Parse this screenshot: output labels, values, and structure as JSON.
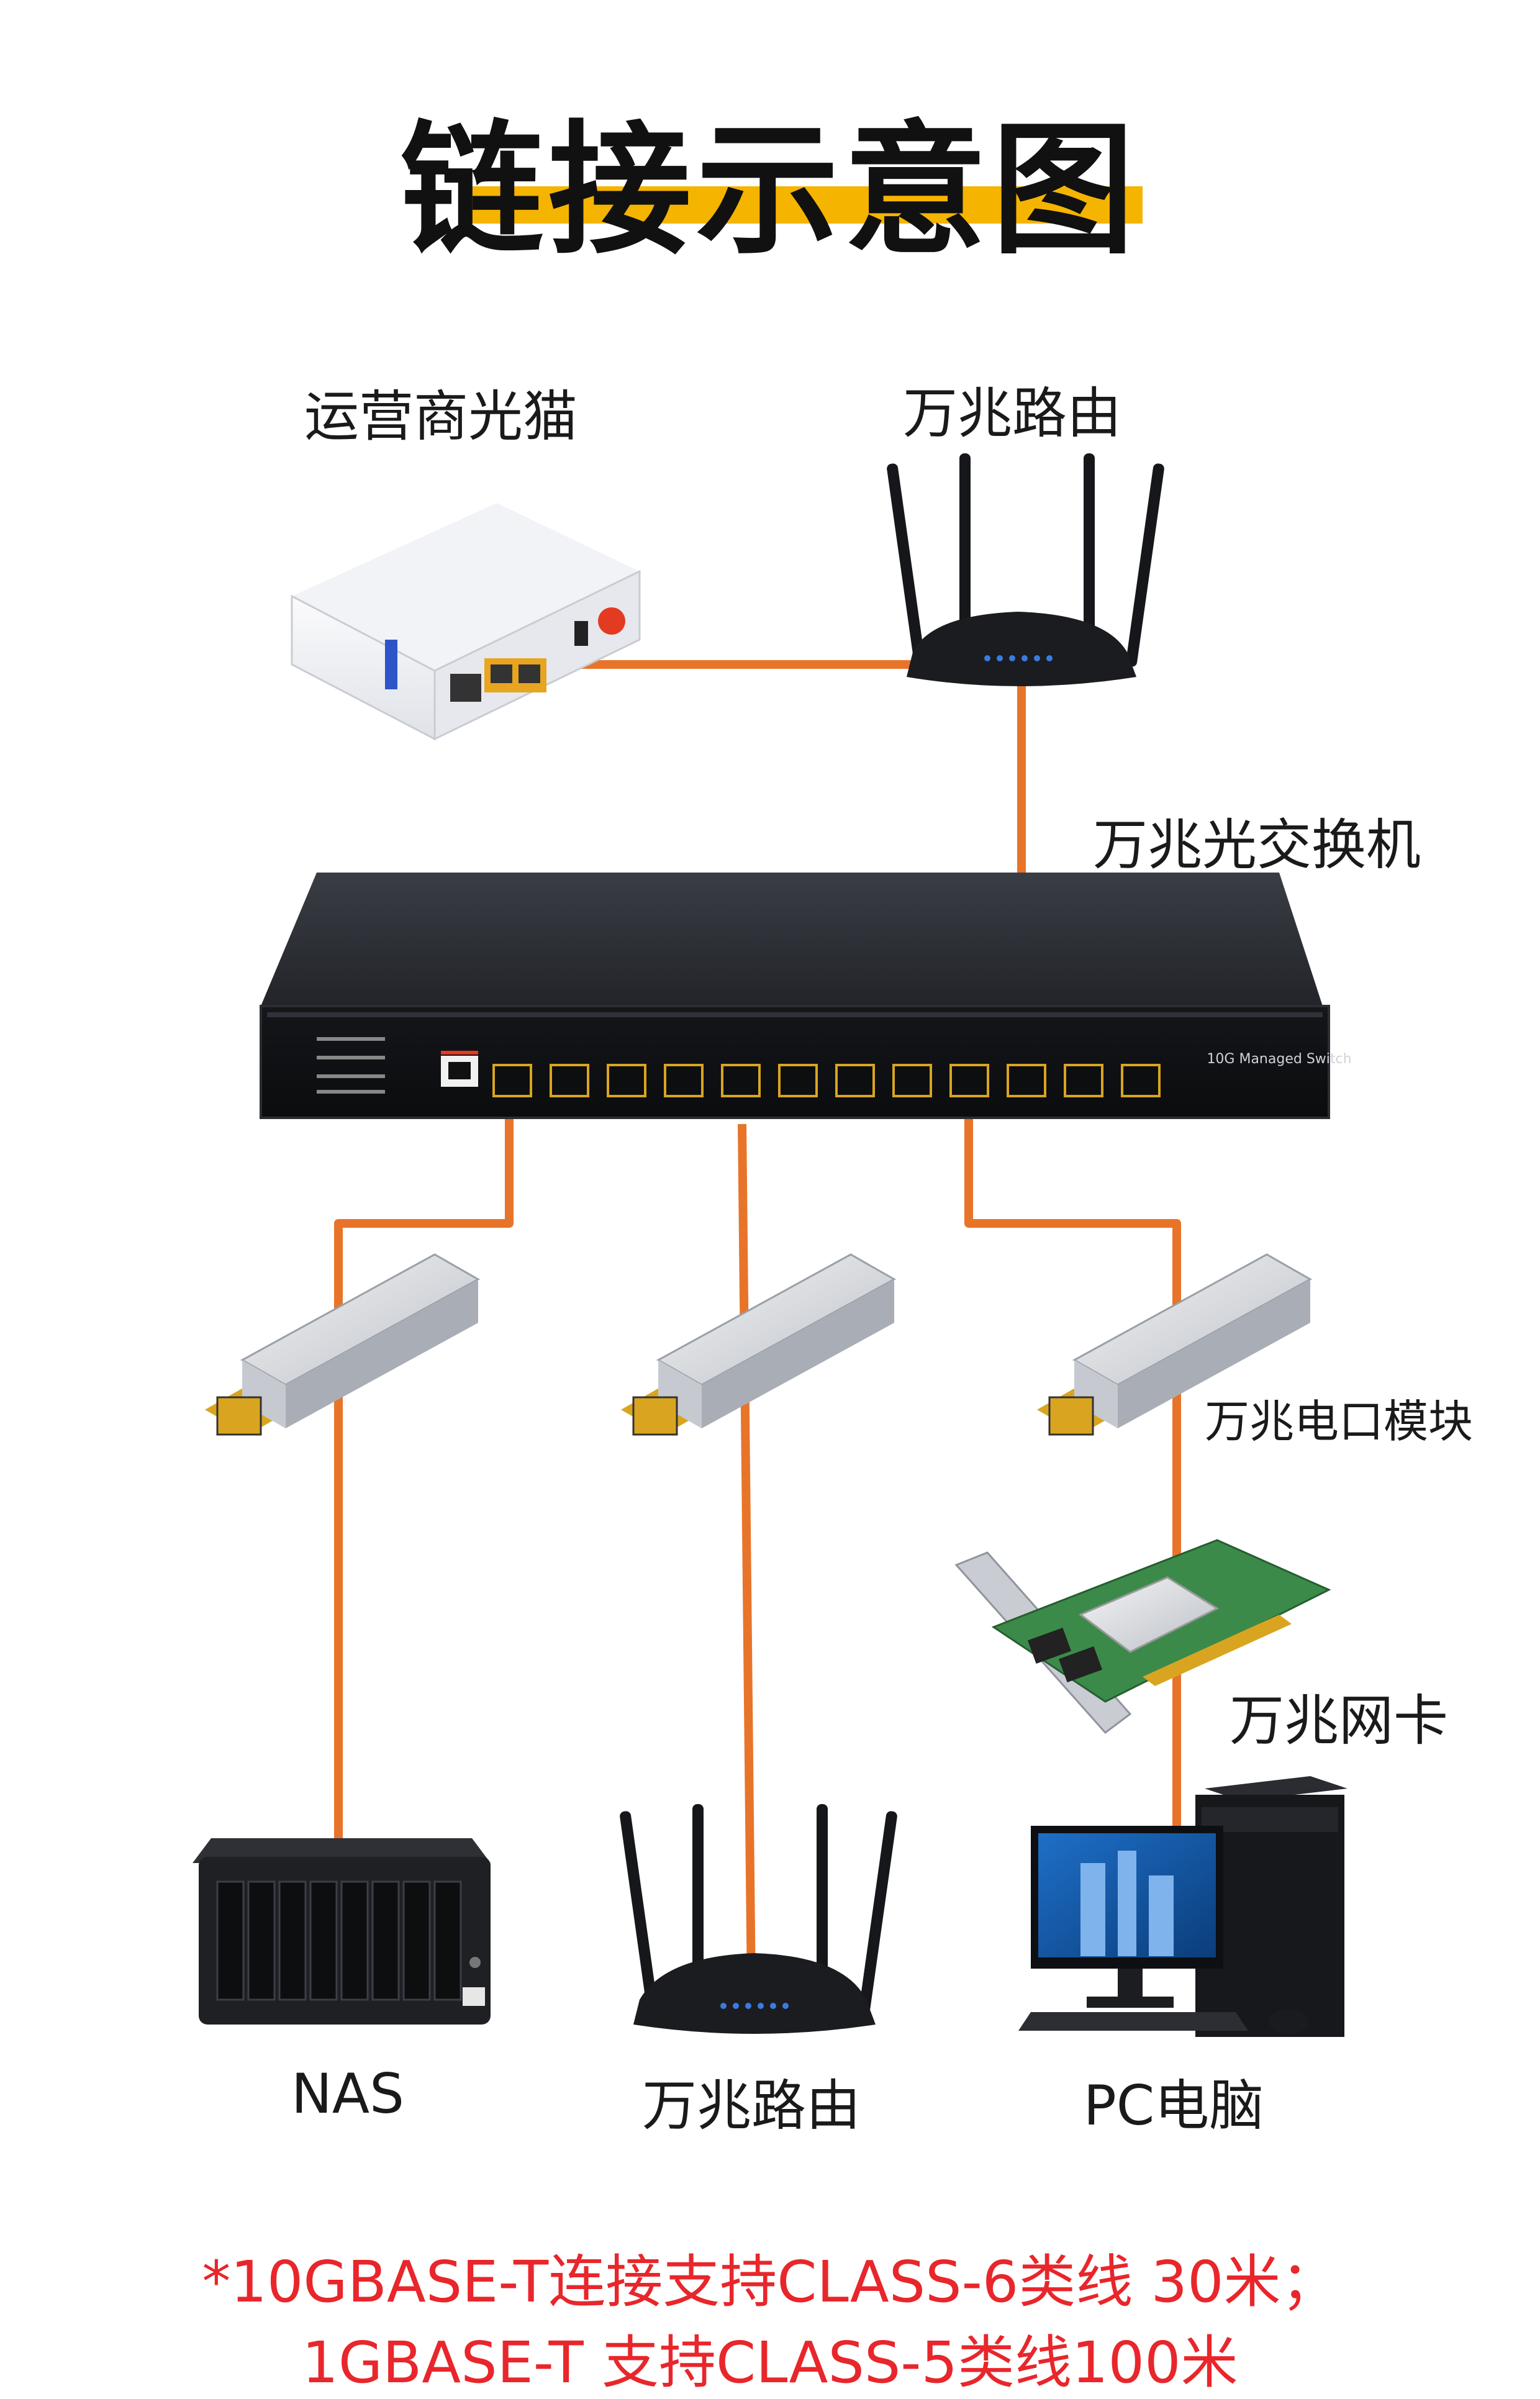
{
  "title": "链接示意图",
  "colors": {
    "cable": "#e8742a",
    "title_bar": "#f5b400",
    "note": "#e8262b"
  },
  "devices": {
    "isp_modem": "运营商光猫",
    "top_router": "万兆路由",
    "switch": "万兆光交换机",
    "switch_badge": "10G Managed Switch",
    "sfp_module": "万兆电口模块",
    "nic": "万兆网卡",
    "nas": "NAS",
    "bottom_router": "万兆路由",
    "pc": "PC电脑"
  },
  "notes": [
    "*10GBASE-T连接支持CLASS-6类线 30米；",
    "1GBASE-T 支持CLASS-5类线100米"
  ]
}
